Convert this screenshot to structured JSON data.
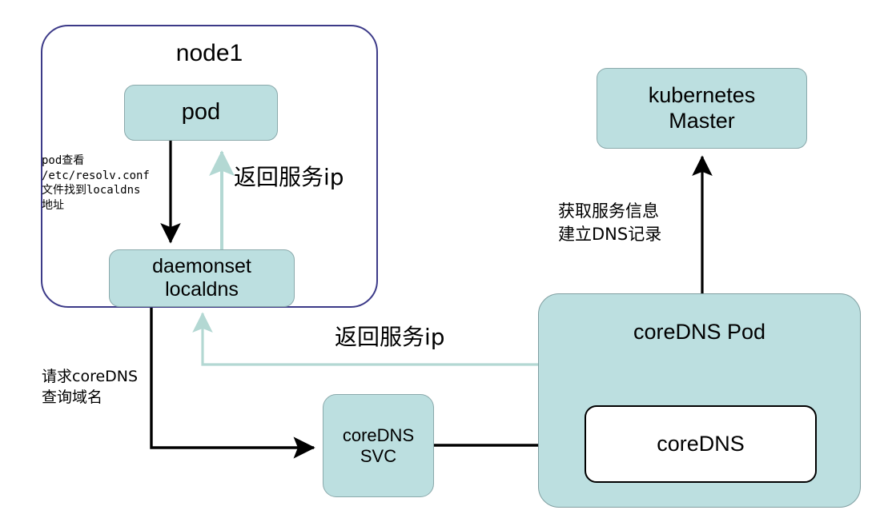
{
  "diagram": {
    "title": "Kubernetes coreDNS / localdns resolution flow",
    "colors": {
      "box_fill": "#bcdfe0",
      "box_border": "#8aa9ab",
      "node_border": "#3c3a88",
      "arrow_dark": "#000000",
      "arrow_light": "#b3d8d3",
      "white_box_fill": "#ffffff",
      "white_box_border": "#000000",
      "background": "#ffffff",
      "text": "#000000"
    },
    "nodes": {
      "node1_title": "node1",
      "pod": "pod",
      "daemonset_line1": "daemonset",
      "daemonset_line2": "localdns",
      "kubernetes_master_line1": "kubernetes",
      "kubernetes_master_line2": "Master",
      "coredns_pod": "coreDNS Pod",
      "coredns_inner": "coreDNS",
      "coredns_svc_line1": "coreDNS",
      "coredns_svc_line2": "SVC"
    },
    "annotations": {
      "resolv_conf_line1": "pod查看",
      "resolv_conf_line2": "/etc/resolv.conf",
      "resolv_conf_line3": "文件找到localdns",
      "resolv_conf_line4": "地址",
      "return_service_ip_top": "返回服务ip",
      "return_service_ip_bottom": "返回服务ip",
      "request_coredns_line1": "请求coreDNS",
      "request_coredns_line2": "查询域名",
      "fetch_service_info_line1": "获取服务信息",
      "fetch_service_info_line2": "建立DNS记录"
    },
    "edges": [
      {
        "name": "pod-to-daemonset",
        "label": "",
        "style": "solid-dark",
        "from": "pod",
        "to": "daemonset localdns"
      },
      {
        "name": "daemonset-to-pod-return",
        "label": "返回服务ip",
        "style": "solid-light",
        "from": "daemonset localdns",
        "to": "pod"
      },
      {
        "name": "daemonset-to-coredns-svc",
        "label": "请求coreDNS 查询域名",
        "style": "solid-dark",
        "from": "daemonset localdns",
        "to": "coreDNS SVC"
      },
      {
        "name": "coredns-svc-to-coredns",
        "label": "",
        "style": "solid-dark",
        "from": "coreDNS SVC",
        "to": "coreDNS"
      },
      {
        "name": "coredns-pod-to-daemonset-return",
        "label": "返回服务ip",
        "style": "solid-light",
        "from": "coreDNS Pod",
        "to": "daemonset localdns"
      },
      {
        "name": "coredns-pod-to-master",
        "label": "获取服务信息 建立DNS记录",
        "style": "solid-dark",
        "from": "coreDNS Pod",
        "to": "kubernetes Master"
      }
    ]
  }
}
